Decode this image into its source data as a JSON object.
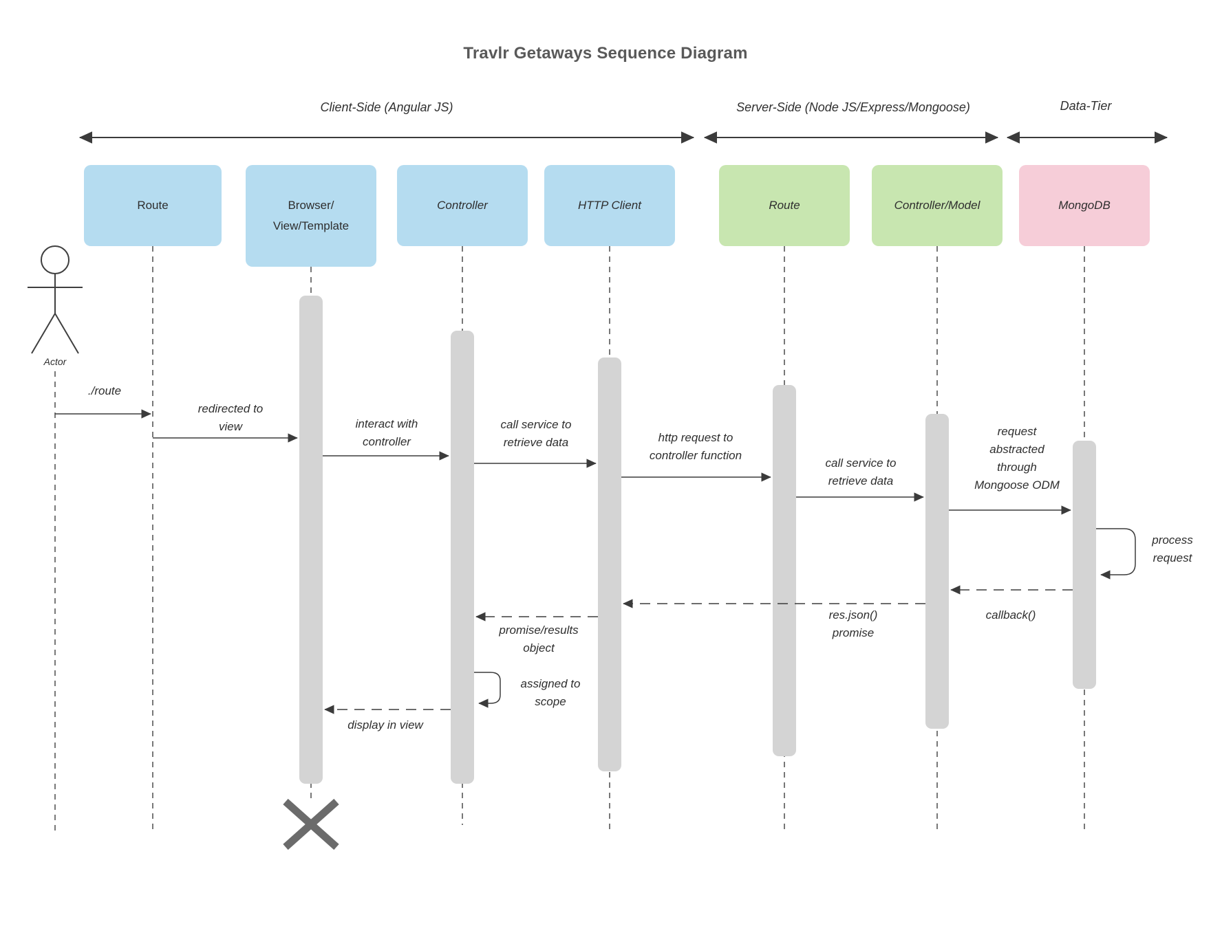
{
  "title": "Travlr Getaways Sequence Diagram",
  "sections": [
    {
      "label": "Client-Side (Angular JS)"
    },
    {
      "label": "Server-Side (Node JS/Express/Mongoose)"
    },
    {
      "label": "Data-Tier"
    }
  ],
  "actor": {
    "label": "Actor"
  },
  "participants": [
    {
      "label": "Route",
      "tier": "client"
    },
    {
      "label": "Browser/\nView/Template",
      "tier": "client"
    },
    {
      "label": "Controller",
      "tier": "client"
    },
    {
      "label": "HTTP Client",
      "tier": "client"
    },
    {
      "label": "Route",
      "tier": "server"
    },
    {
      "label": "Controller/Model",
      "tier": "server"
    },
    {
      "label": "MongoDB",
      "tier": "data"
    }
  ],
  "messages": [
    {
      "label": "./route",
      "from": "Actor",
      "to": "Route",
      "type": "solid"
    },
    {
      "label": "redirected to\nview",
      "from": "Route",
      "to": "Browser/View/Template",
      "type": "solid"
    },
    {
      "label": "interact with\ncontroller",
      "from": "Browser/View/Template",
      "to": "Controller",
      "type": "solid"
    },
    {
      "label": "call service to\nretrieve data",
      "from": "Controller",
      "to": "HTTP Client",
      "type": "solid"
    },
    {
      "label": "http request to\ncontroller function",
      "from": "HTTP Client",
      "to": "Route (server)",
      "type": "solid"
    },
    {
      "label": "call service to\nretrieve data",
      "from": "Route (server)",
      "to": "Controller/Model",
      "type": "solid"
    },
    {
      "label": "request\nabstracted\nthrough\nMongoose ODM",
      "from": "Controller/Model",
      "to": "MongoDB",
      "type": "solid"
    },
    {
      "label": "process\nrequest",
      "from": "MongoDB",
      "to": "MongoDB",
      "type": "self"
    },
    {
      "label": "callback()",
      "from": "MongoDB",
      "to": "Controller/Model",
      "type": "dashed"
    },
    {
      "label": "res.json()\npromise",
      "from": "Controller/Model",
      "to": "HTTP Client",
      "type": "dashed"
    },
    {
      "label": "promise/results\nobject",
      "from": "HTTP Client",
      "to": "Controller",
      "type": "dashed"
    },
    {
      "label": "assigned to\nscope",
      "from": "Controller",
      "to": "Controller",
      "type": "self"
    },
    {
      "label": "display in view",
      "from": "Controller",
      "to": "Browser/View/Template",
      "type": "dashed"
    }
  ],
  "colors": {
    "client_box": "#b5dcf0",
    "server_box": "#c8e6b0",
    "data_box": "#f6cdd8",
    "activation_bar": "#d4d4d4",
    "line": "#3b3b3b",
    "title_text": "#595959",
    "destroy_x": "#6b6b6b"
  }
}
